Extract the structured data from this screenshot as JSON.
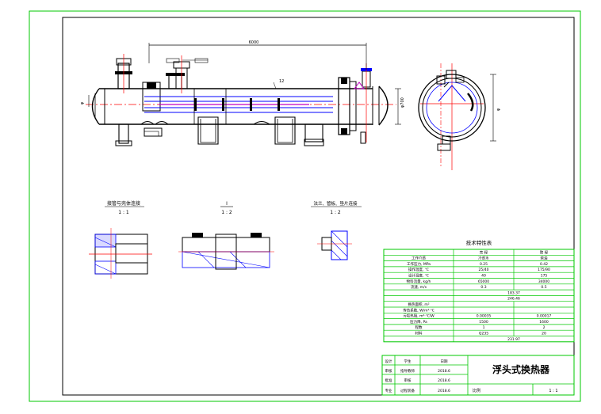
{
  "drawing": {
    "title": "浮头式换热器",
    "overall_length": "6000",
    "dim_small": "12",
    "dim_right": "φ700"
  },
  "views": [
    {
      "label": "接管与壳体连接",
      "scale": "1 : 1"
    },
    {
      "label": "I",
      "scale": "1 : 2"
    },
    {
      "label": "法兰、管板、垫片连接",
      "scale": "1 : 2"
    }
  ],
  "tech_table": {
    "title": "技术特性表",
    "col_headers": [
      "壳 程",
      "管 程"
    ],
    "rows": [
      [
        "工作介质",
        "冷却水",
        "柴油"
      ],
      [
        "工作压力, MPa",
        "0.25",
        "0.42"
      ],
      [
        "操作温度, ℃",
        "25/40",
        "175/90"
      ],
      [
        "设计温度, ℃",
        "40",
        "175"
      ],
      [
        "物料流量, kg/h",
        "65000",
        "34000"
      ],
      [
        "流速, m/s",
        "0.3",
        "0.5"
      ],
      [
        "换热面积, m²",
        "",
        ""
      ],
      [
        "传热系数, W/m²·℃",
        "",
        ""
      ],
      [
        "污垢热阻, m²·℃/W",
        "0.00035",
        "0.00017"
      ],
      [
        "压力降, Pa",
        "1500",
        "1600"
      ],
      [
        "程数",
        "1",
        "2"
      ],
      [
        "材料",
        "Q235",
        "20"
      ]
    ],
    "merged_rows": [
      "183.37",
      "246.46",
      "231.97"
    ]
  },
  "title_block": {
    "row_labels": [
      "设计",
      "审核",
      "批准",
      "专业"
    ],
    "row_names": [
      "学生",
      "指导教师",
      "审核",
      "过程装备"
    ],
    "dates": [
      "日期",
      "2018.6",
      "2018.6",
      "2018.6"
    ],
    "drawing_title": "浮头式换热器",
    "scale_label": "比例",
    "sheet_label": "1 : 1"
  },
  "colors": {
    "border_green": "#00c800",
    "line_black": "#000000",
    "line_blue": "#0000ff",
    "line_red": "#ff0000",
    "hatch_blue": "#0000cc"
  }
}
